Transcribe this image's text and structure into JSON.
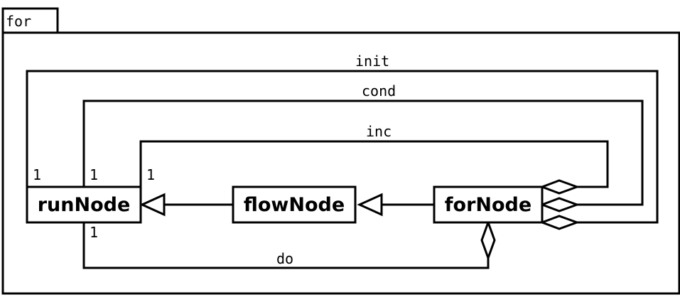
{
  "package": {
    "name": "for"
  },
  "classes": {
    "run_node": "runNode",
    "flow_node": "flowNode",
    "for_node": "forNode"
  },
  "associations": {
    "init": {
      "label": "init",
      "multiplicity": "1"
    },
    "cond": {
      "label": "cond",
      "multiplicity": "1"
    },
    "inc": {
      "label": "inc",
      "multiplicity": "1"
    },
    "do": {
      "label": "do",
      "multiplicity": "1"
    }
  }
}
